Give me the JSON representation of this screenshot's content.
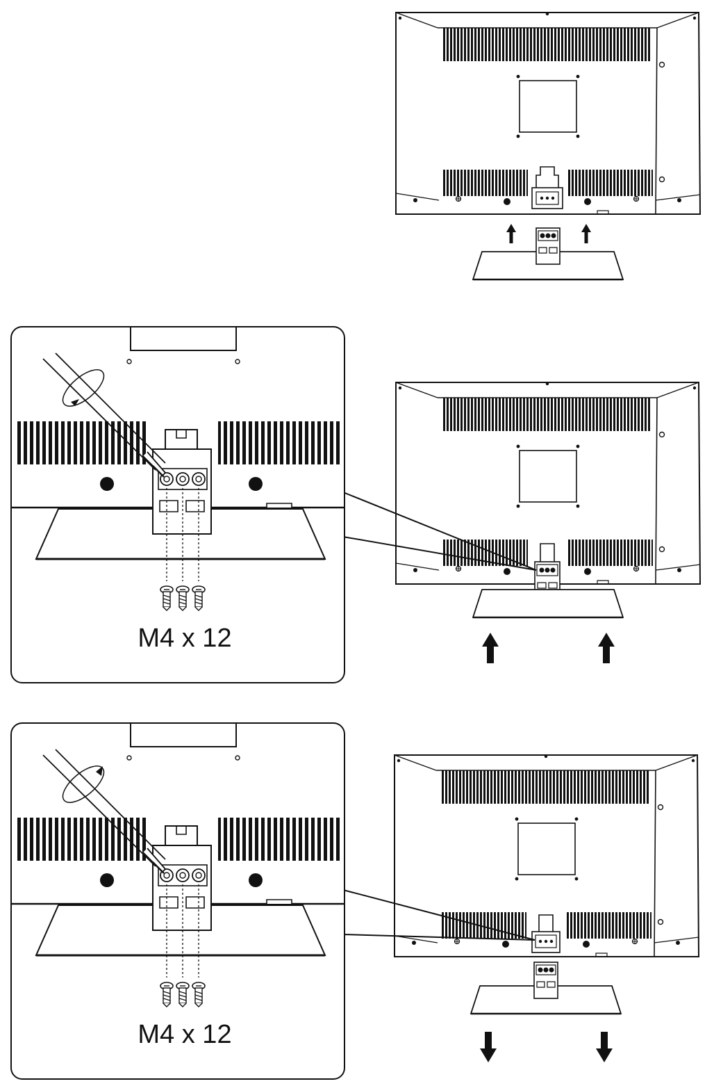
{
  "steps": [
    {
      "id": "attach-stand",
      "arrows": "up",
      "detail": false
    },
    {
      "id": "fasten-screws",
      "arrows": "up",
      "detail": true,
      "screw_label": "M4 x 12",
      "rotation": "clockwise"
    },
    {
      "id": "remove-screws",
      "arrows": "down",
      "detail": true,
      "screw_label": "M4 x 12",
      "rotation": "counter-clockwise"
    }
  ],
  "colors": {
    "line": "#111111",
    "fill": "#ffffff"
  },
  "icons": [
    "arrow-up-icon",
    "arrow-down-icon",
    "screwdriver-icon",
    "screw-icon",
    "rotation-arrow-icon"
  ]
}
